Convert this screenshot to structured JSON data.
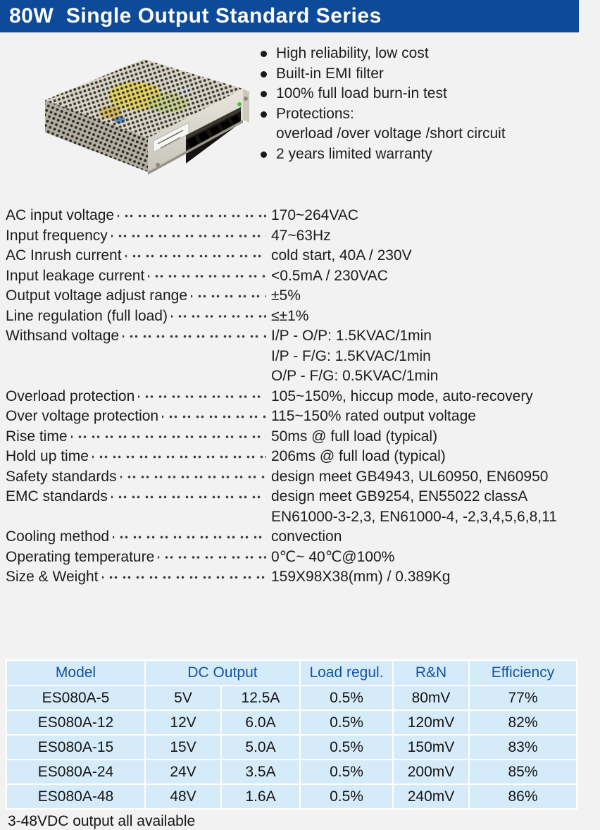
{
  "header": {
    "title": "80W  Single Output Standard Series",
    "bg_color": "#0d4a99",
    "text_color": "#ffffff"
  },
  "features": {
    "items": [
      {
        "text": "High reliability, low cost"
      },
      {
        "text": "Built-in EMI filter"
      },
      {
        "text": "100% full load burn-in test"
      },
      {
        "text": "Protections:",
        "sub": "overload /over voltage /short circuit"
      },
      {
        "text": "2 years limited warranty"
      }
    ]
  },
  "specs": {
    "rows": [
      {
        "label": "AC input voltage",
        "values": [
          "170~264VAC"
        ]
      },
      {
        "label": "Input frequency",
        "values": [
          "47~63Hz"
        ]
      },
      {
        "label": "AC Inrush current",
        "values": [
          "cold start, 40A / 230V"
        ]
      },
      {
        "label": "Input leakage current",
        "values": [
          "<0.5mA / 230VAC"
        ]
      },
      {
        "label": "Output voltage adjust range",
        "values": [
          "±5%"
        ]
      },
      {
        "label": "Line regulation (full load)",
        "values": [
          "≤±1%"
        ]
      },
      {
        "label": "Withsand voltage",
        "values": [
          "I/P - O/P: 1.5KVAC/1min",
          "I/P - F/G: 1.5KVAC/1min",
          "O/P - F/G: 0.5KVAC/1min"
        ]
      },
      {
        "label": "Overload protection",
        "values": [
          "105~150%, hiccup mode, auto-recovery"
        ]
      },
      {
        "label": "Over voltage protection",
        "values": [
          "115~150% rated output voltage"
        ]
      },
      {
        "label": "Rise time",
        "values": [
          "50ms @ full load (typical)"
        ]
      },
      {
        "label": "Hold up time",
        "values": [
          "206ms @ full load (typical)"
        ]
      },
      {
        "label": "Safety standards",
        "values": [
          "design meet GB4943, UL60950, EN60950"
        ]
      },
      {
        "label": "EMC standards",
        "values": [
          "design meet GB9254, EN55022 classA",
          "EN61000-3-2,3, EN61000-4, -2,3,4,5,6,8,11"
        ]
      },
      {
        "label": "Cooling method",
        "values": [
          "convection"
        ]
      },
      {
        "label": "Operating temperature",
        "values": [
          "0℃~ 40℃@100%"
        ]
      },
      {
        "label": "Size & Weight",
        "values": [
          "159X98X38(mm) / 0.389Kg"
        ]
      }
    ]
  },
  "table": {
    "columns": {
      "model": "Model",
      "dc_output": "DC Output",
      "load_regul": "Load regul.",
      "rn": "R&N",
      "efficiency": "Efficiency"
    },
    "rows": [
      {
        "model": "ES080A-5",
        "voltage": "5V",
        "current": "12.5A",
        "load_regul": "0.5%",
        "rn": "80mV",
        "efficiency": "77%"
      },
      {
        "model": "ES080A-12",
        "voltage": "12V",
        "current": "6.0A",
        "load_regul": "0.5%",
        "rn": "120mV",
        "efficiency": "82%"
      },
      {
        "model": "ES080A-15",
        "voltage": "15V",
        "current": "5.0A",
        "load_regul": "0.5%",
        "rn": "150mV",
        "efficiency": "83%"
      },
      {
        "model": "ES080A-24",
        "voltage": "24V",
        "current": "3.5A",
        "load_regul": "0.5%",
        "rn": "200mV",
        "efficiency": "85%"
      },
      {
        "model": "ES080A-48",
        "voltage": "48V",
        "current": "1.6A",
        "load_regul": "0.5%",
        "rn": "240mV",
        "efficiency": "86%"
      }
    ],
    "footnote": "3-48VDC output all available",
    "colors": {
      "header_text": "#1253a3",
      "cell_bg": "#d6ebfa",
      "grid": "#ffffff"
    }
  },
  "chart_data": {
    "type": "table",
    "title": "80W Single Output Standard Series models",
    "categories": [
      "ES080A-5",
      "ES080A-12",
      "ES080A-15",
      "ES080A-24",
      "ES080A-48"
    ],
    "series": [
      {
        "name": "DC Output Voltage (V)",
        "values": [
          5,
          12,
          15,
          24,
          48
        ]
      },
      {
        "name": "DC Output Current (A)",
        "values": [
          12.5,
          6.0,
          5.0,
          3.5,
          1.6
        ]
      },
      {
        "name": "Load regulation (%)",
        "values": [
          0.5,
          0.5,
          0.5,
          0.5,
          0.5
        ]
      },
      {
        "name": "R&N (mV)",
        "values": [
          80,
          120,
          150,
          200,
          240
        ]
      },
      {
        "name": "Efficiency (%)",
        "values": [
          77,
          82,
          83,
          85,
          86
        ]
      }
    ]
  }
}
